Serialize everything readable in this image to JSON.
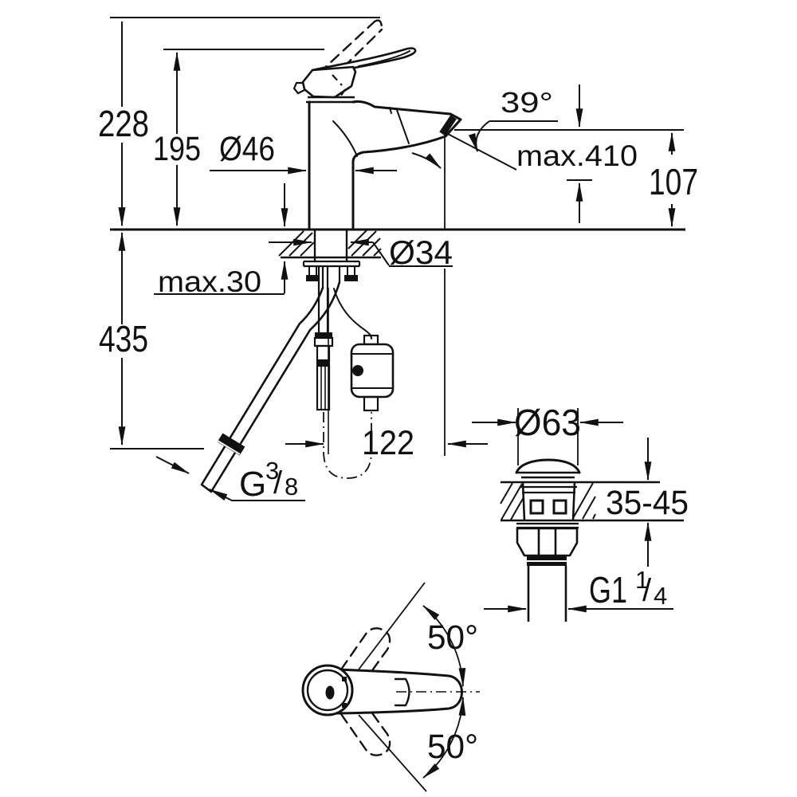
{
  "title": "Single-lever basin mixer technical dimension drawing",
  "colors": {
    "ink": "#111111",
    "background": "#ffffff"
  },
  "labels": {
    "overall_height": "228",
    "spout_height": "195",
    "body_diameter": "Ø46",
    "spout_angle": "39°",
    "max_height": "max.410",
    "outlet_height": "107",
    "shank_diameter": "Ø34",
    "max_deck_thickness": "max.30",
    "depth_below_deck": "435",
    "rod_offset": "122",
    "supply_thread": {
      "g": "G",
      "sup": "3",
      "slash": "/",
      "sub": "8"
    },
    "drain_flange_diameter": "Ø63",
    "drain_deck_range": "35-45",
    "drain_thread": {
      "g": "G1",
      "sup": "1",
      "slash": "/",
      "sub": "4"
    },
    "handle_swing_upper": "50°",
    "handle_swing_lower": "50°"
  }
}
